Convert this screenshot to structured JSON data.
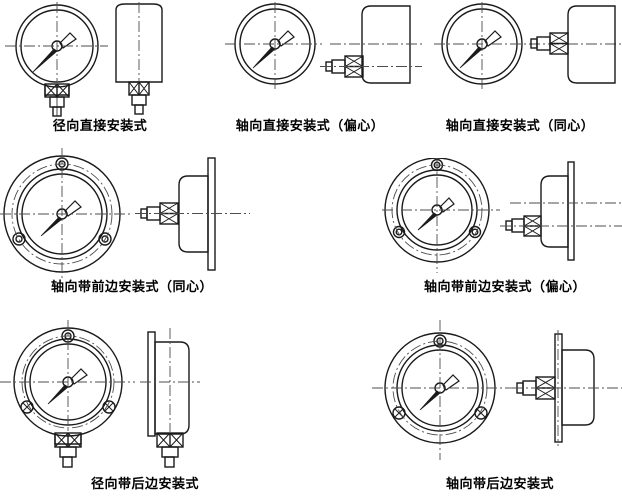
{
  "document": {
    "title": "压力表安装型式图",
    "line_color": "#1a1a1a",
    "background_color": "#ffffff",
    "centerline_color": "#4d4d4d"
  },
  "figures": [
    {
      "id": "radial-direct",
      "caption": "径向直接安装式",
      "mount_axis": "radial",
      "connection": "direct",
      "alignment": "",
      "flange": "none",
      "connector_position": "bottom",
      "views": [
        "front",
        "side"
      ],
      "dial": {
        "needle_direction": "down-left",
        "rings": 2
      }
    },
    {
      "id": "axial-direct-eccentric",
      "caption": "轴向直接安装式（偏心）",
      "mount_axis": "axial",
      "connection": "direct",
      "alignment": "偏心",
      "flange": "none",
      "connector_position": "rear-low",
      "views": [
        "front",
        "side"
      ],
      "dial": {
        "needle_direction": "down-left",
        "rings": 2
      }
    },
    {
      "id": "axial-direct-concentric",
      "caption": "轴向直接安装式（同心）",
      "mount_axis": "axial",
      "connection": "direct",
      "alignment": "同心",
      "flange": "none",
      "connector_position": "rear-center",
      "views": [
        "front",
        "side"
      ],
      "dial": {
        "needle_direction": "down-left",
        "rings": 2
      }
    },
    {
      "id": "axial-front-flange-concentric",
      "caption": "轴向带前边安装式（同心）",
      "mount_axis": "axial",
      "connection": "front-flange",
      "alignment": "同心",
      "flange": "front",
      "connector_position": "rear-center",
      "views": [
        "front",
        "side"
      ],
      "dial": {
        "needle_direction": "down-left",
        "rings": 3
      },
      "mounting_holes": 3
    },
    {
      "id": "axial-front-flange-eccentric",
      "caption": "轴向带前边安装式（偏心）",
      "mount_axis": "axial",
      "connection": "front-flange",
      "alignment": "偏心",
      "flange": "front",
      "connector_position": "rear-low",
      "views": [
        "front",
        "side"
      ],
      "dial": {
        "needle_direction": "down-left",
        "rings": 3
      },
      "mounting_holes": 3
    },
    {
      "id": "radial-rear-flange",
      "caption": "径向带后边安装式",
      "mount_axis": "radial",
      "connection": "rear-flange",
      "alignment": "",
      "flange": "rear",
      "connector_position": "bottom",
      "views": [
        "front",
        "side"
      ],
      "dial": {
        "needle_direction": "down-left",
        "rings": 3
      },
      "mounting_holes": 3
    },
    {
      "id": "axial-rear-flange",
      "caption": "轴向带后边安装式",
      "mount_axis": "axial",
      "connection": "rear-flange",
      "alignment": "",
      "flange": "rear",
      "connector_position": "rear-center",
      "views": [
        "front",
        "side"
      ],
      "dial": {
        "needle_direction": "down-left",
        "rings": 3
      },
      "mounting_holes": 3
    }
  ]
}
